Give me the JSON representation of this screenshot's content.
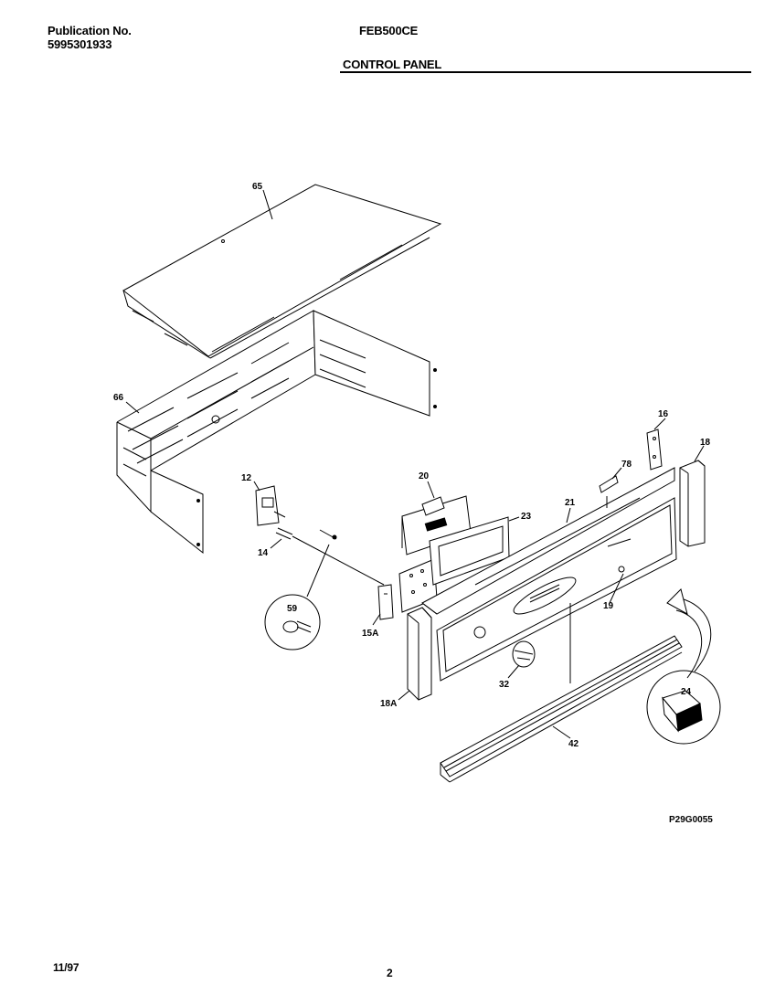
{
  "header": {
    "publication_label": "Publication No.",
    "publication_number": "5995301933",
    "model": "FEB500CE",
    "section_title": "CONTROL PANEL"
  },
  "diagram": {
    "part_labels": {
      "p65": "65",
      "p66": "66",
      "p12": "12",
      "p14": "14",
      "p59": "59",
      "p15a": "15A",
      "p20": "20",
      "p23": "23",
      "p16": "16",
      "p18": "18",
      "p78": "78",
      "p21": "21",
      "p19": "19",
      "p32": "32",
      "p18a": "18A",
      "p24": "24",
      "p42": "42"
    },
    "drawing_code": "P29G0055"
  },
  "footer": {
    "date": "11/97",
    "page": "2"
  }
}
